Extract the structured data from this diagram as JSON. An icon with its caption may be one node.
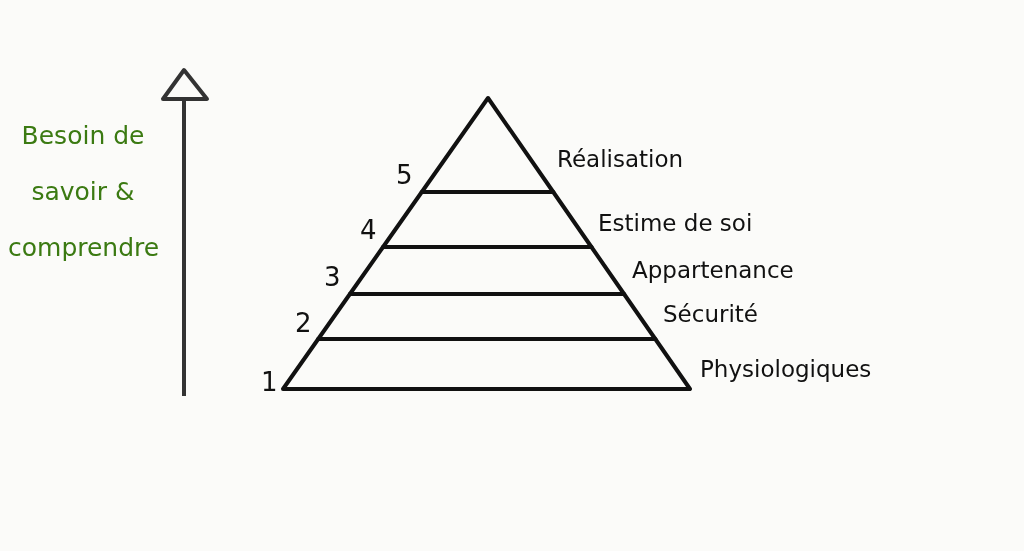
{
  "diagram": {
    "nodes": [
      {
        "text": [],
        "shape": "triangle",
        "beside": [
          "5",
          "Réalisation"
        ]
      },
      {
        "text": [],
        "shape": "band",
        "beside": [
          "4",
          "Estime de soi"
        ]
      },
      {
        "text": [],
        "shape": "band",
        "beside": [
          "3",
          "Appartenance"
        ]
      },
      {
        "text": [],
        "shape": "band",
        "beside": [
          "2",
          "Sécurité"
        ]
      },
      {
        "text": [],
        "shape": "band",
        "beside": [
          "1",
          "Physiologiques"
        ]
      }
    ],
    "labels": [
      "Besoin de savoir & comprendre"
    ]
  }
}
